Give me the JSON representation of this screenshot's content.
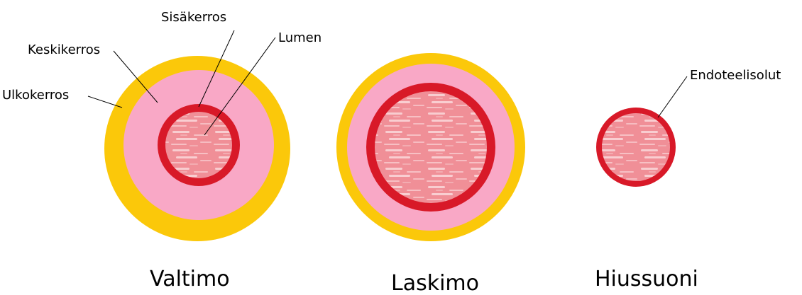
{
  "colors": {
    "outer_layer": "#fbc80a",
    "middle_layer": "#f9a8c6",
    "inner_layer": "#d81928",
    "lumen": "#f08f97",
    "lumen_streak": "#fbe1e3",
    "leader_line": "#000000"
  },
  "labels": {
    "inner_layer": "Sisäkerros",
    "lumen": "Lumen",
    "middle_layer": "Keskikerros",
    "outer_layer": "Ulkokerros",
    "endothelial_cells": "Endoteelisolut"
  },
  "vessels": {
    "artery": "Valtimo",
    "vein": "Laskimo",
    "capillary": "Hiussuoni"
  }
}
